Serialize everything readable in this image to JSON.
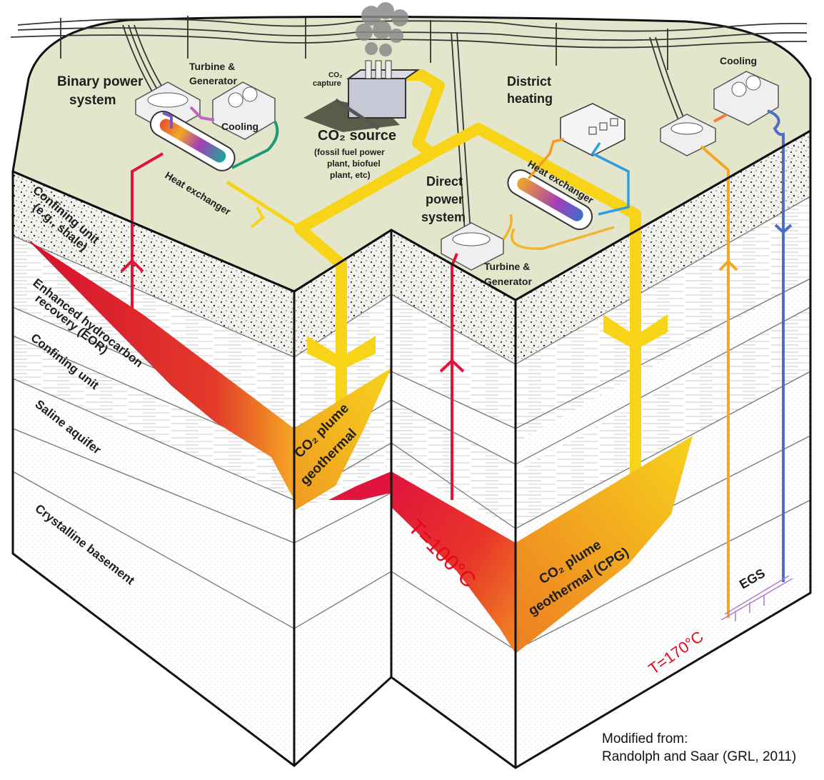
{
  "diagram": {
    "title": "CO2 plume geothermal and related geothermal/CO2 systems block diagram",
    "surface": {
      "binary_power_system": {
        "label_line1": "Binary power",
        "label_line2": "system",
        "turbine_label_line1": "Turbine &",
        "turbine_label_line2": "Generator",
        "cooling_label": "Cooling",
        "heat_exchanger_label": "Heat exchanger"
      },
      "co2_source": {
        "capture_label_line1": "CO₂",
        "capture_label_line2": "capture",
        "title": "CO₂ source",
        "desc_line1": "(fossil fuel power",
        "desc_line2": "plant, biofuel",
        "desc_line3": "plant, etc)"
      },
      "district_heating": {
        "label_line1": "District",
        "label_line2": "heating",
        "heat_exchanger_label": "Heat exchanger"
      },
      "direct_power_system": {
        "label_line1": "Direct",
        "label_line2": "power",
        "label_line3": "system",
        "turbine_label_line1": "Turbine &",
        "turbine_label_line2": "Generator"
      },
      "egs_surface": {
        "cooling_label": "Cooling"
      }
    },
    "strata": {
      "confining_shale_line1": "Confining unit",
      "confining_shale_line2": "(e.g., shale)",
      "eor_line1": "Enhanced hydrocarbon",
      "eor_line2": "recovery (EOR)",
      "confining_unit": "Confining unit",
      "saline_aquifer": "Saline aquifer",
      "crystalline_basement": "Crystalline basement"
    },
    "reservoirs": {
      "co2_plume_line1": "CO₂ plume",
      "co2_plume_line2": "geothermal",
      "cpg_line1": "CO₂ plume",
      "cpg_line2": "geothermal (CPG)",
      "egs_label": "EGS"
    },
    "temperatures": {
      "t100": "T=100°C",
      "t170": "T=170°C"
    },
    "colors": {
      "surface": "#e4e6cc",
      "co2_pipe": "#f7d417",
      "hot_fluid": "#e0143c",
      "plume_orange": "#ef8a22",
      "plume_yellow": "#f6c81b",
      "egs_hot": "#f2a726",
      "egs_cold": "#4d6ec4",
      "binary_cold": "#1e9b76",
      "binary_vapor": "#7b55c4",
      "binary_cond": "#c065b9",
      "district_hot": "#f49b20",
      "district_cold": "#2e9ee0",
      "temp_text": "#e5081a"
    }
  },
  "caption": {
    "line1": "Modified from:",
    "line2": "Randolph and Saar (GRL, 2011)"
  }
}
